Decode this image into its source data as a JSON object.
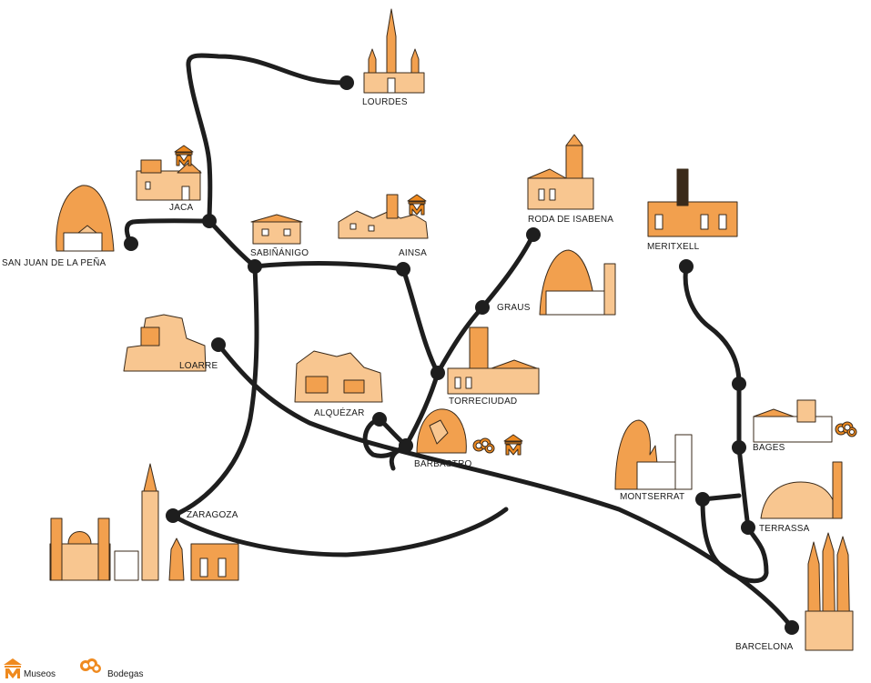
{
  "colors": {
    "route": "#1e1e1e",
    "orange": "#f2a04e",
    "orange_light": "#f8c690",
    "outline": "#3a2a1a",
    "icon_orange": "#ef8a1f"
  },
  "places": {
    "lourdes": "LOURDES",
    "jaca": "JACA",
    "san_juan": "SAN JUAN DE LA PEÑA",
    "sabinanigo": "SABIÑÁNIGO",
    "ainsa": "AINSA",
    "roda": "RODA DE ISABENA",
    "meritxell": "MERITXELL",
    "graus": "GRAUS",
    "loarre": "LOARRE",
    "torreciudad": "TORRECIUDAD",
    "alquezar": "ALQUÉZAR",
    "barbastro": "BARBASTRO",
    "bages": "BAGES",
    "montserrat": "MONTSERRAT",
    "zaragoza": "ZARAGOZA",
    "terrassa": "TERRASSA",
    "barcelona": "BARCELONA"
  },
  "legend": {
    "museos": "Museos",
    "bodegas": "Bodegas"
  },
  "icons": {
    "museo": "museum-m-icon",
    "bodega": "winery-grapes-icon"
  }
}
